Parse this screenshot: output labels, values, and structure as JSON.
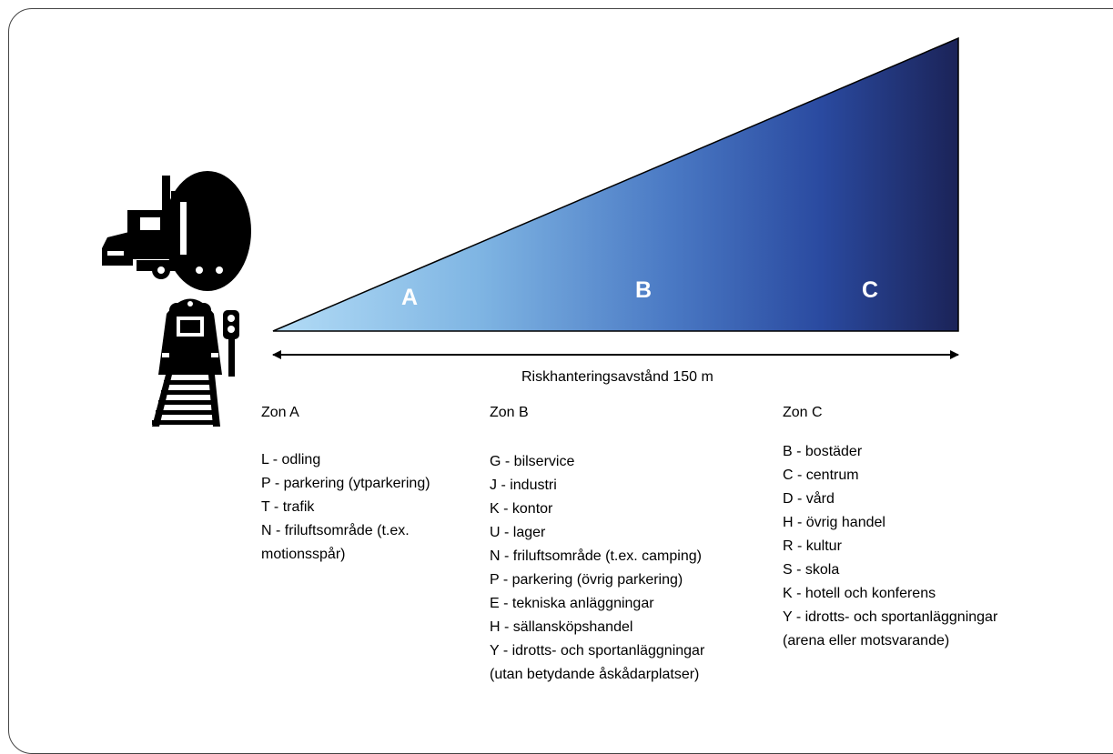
{
  "diagram": {
    "zone_letters": [
      "A",
      "B",
      "C"
    ],
    "distance_label": "Riskhanteringsavstånd 150 m",
    "icons": [
      "truck-icon",
      "train-icon",
      "signal-icon",
      "railway-track-icon"
    ],
    "gradient_colors": [
      "#a9d4f2",
      "#7aafe0",
      "#2a4fa3",
      "#1a2560"
    ]
  },
  "zones": [
    {
      "heading": "Zon A",
      "items": [
        "L - odling",
        "P - parkering (ytparkering)",
        "T - trafik",
        "N - friluftsområde (t.ex.",
        "motionsspår)"
      ]
    },
    {
      "heading": "Zon B",
      "items": [
        "G - bilservice",
        "J - industri",
        "K - kontor",
        "U - lager",
        "N - friluftsområde (t.ex. camping)",
        "P - parkering (övrig parkering)",
        "E - tekniska anläggningar",
        "H - sällansköpshandel",
        "Y - idrotts- och sportanläggningar",
        "(utan betydande åskådarplatser)"
      ]
    },
    {
      "heading": "Zon C",
      "items": [
        "B - bostäder",
        "C - centrum",
        "D - vård",
        "H - övrig handel",
        "R - kultur",
        "S - skola",
        "K - hotell och konferens",
        "Y - idrotts- och sportanläggningar",
        "(arena eller motsvarande)"
      ]
    }
  ]
}
